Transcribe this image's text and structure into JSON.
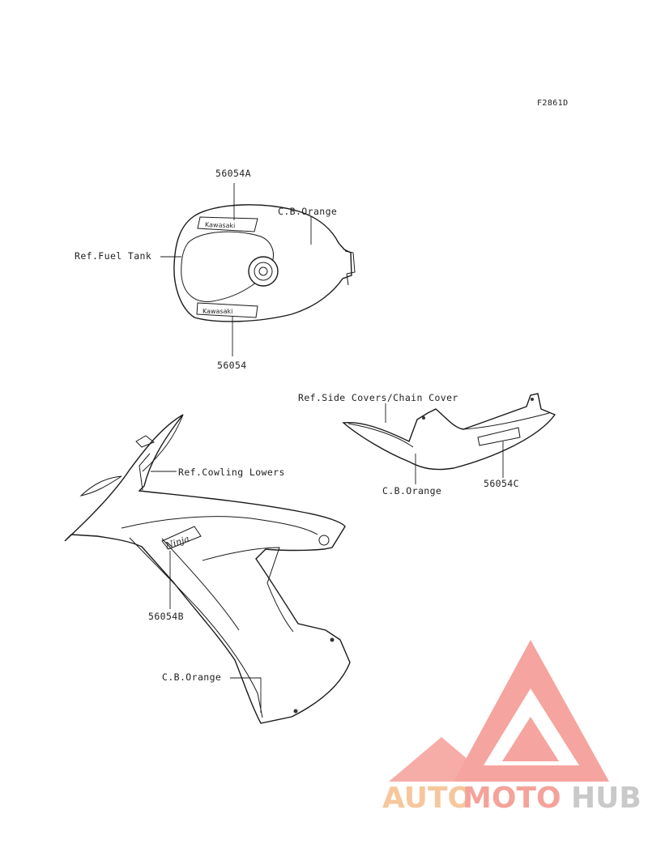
{
  "figure_code": "F2861D",
  "labels": {
    "tank_upper_part": "56054A",
    "tank_color": "C.B.Orange",
    "fuel_tank_ref": "Ref.Fuel Tank",
    "tank_lower_part": "56054",
    "side_covers_ref": "Ref.Side Covers/Chain Cover",
    "side_cover_color": "C.B.Orange",
    "side_cover_part": "56054C",
    "cowling_lowers_ref": "Ref.Cowling Lowers",
    "cowling_part": "56054B",
    "cowling_color": "C.B.Orange"
  },
  "watermark": {
    "part1": "AUTO",
    "part2": "MOTO",
    "part3": "HUB",
    "colors": {
      "auto": "#f6c79c",
      "moto": "#f4a39a",
      "hub": "#c9c9c9",
      "logo": "#f5a09a"
    }
  }
}
